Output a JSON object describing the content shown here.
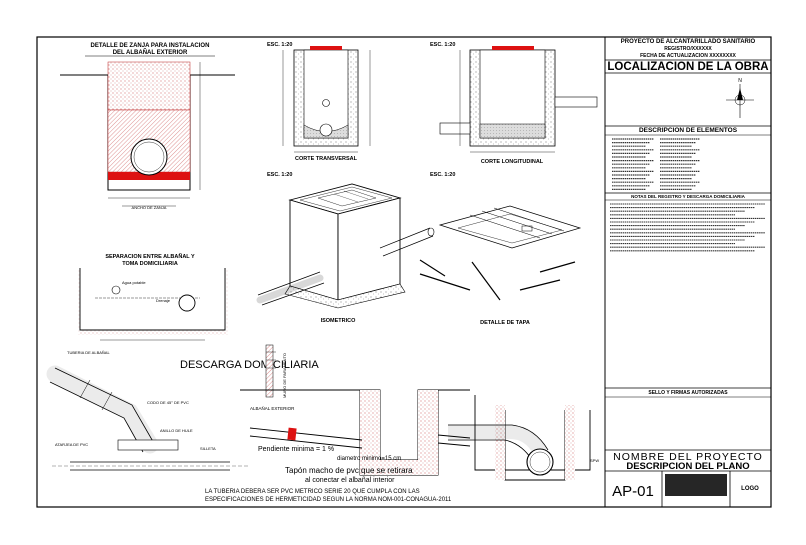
{
  "title_block": {
    "project": "PROYECTO DE ALCANTARILLADO SANITARIO",
    "registro": "REGISTRO/XXXXXX",
    "fecha": "FECHA DE ACTUALIZACION XXXXXXXX",
    "localizacion": "LOCALIZACION DE LA OBRA",
    "north": "N",
    "descripcion_header": "DESCRIPCION DE ELEMENTOS",
    "notas_header": "NOTAS DEL REGISTRO Y DESCARGA DOMICILIARIA",
    "sello_header": "SELLO Y FIRMAS AUTORIZADAS",
    "nombre_proyecto": "NOMBRE DEL PROYECTO",
    "descripcion_plano": "DESCRIPCION DEL PLANO",
    "sheet_code": "AP-01",
    "logo": "LOGO"
  },
  "drawings": {
    "zanja_title_1": "DETALLE DE ZANJA PARA INSTALACION",
    "zanja_title_2": "DEL ALBAÑAL EXTERIOR",
    "separacion_1": "SEPARACION ENTRE ALBAÑAL Y",
    "separacion_2": "TOMA DOMICILIARIA",
    "esc_1": "ESC. 1:20",
    "esc_2": "ESC. 1:20",
    "esc_3": "ESC. 1:20",
    "esc_4": "ESC. 1:20",
    "corte_transversal": "CORTE TRANSVERSAL",
    "corte_longitudinal": "CORTE LONGITUDINAL",
    "isometrico": "ISOMETRICO",
    "detalle_tapa": "DETALLE DE TAPA",
    "descarga": "DESCARGA DOMICILIARIA",
    "muro": "MURO DE PARAMENTO",
    "albanal_exterior": "ALBAÑAL EXTERIOR",
    "pendiente": "Pendiente minima = 1 %",
    "diametro": "diametro minimo=15 cm",
    "tapon_1": "Tapón macho de pvc que se retirara",
    "tapon_2": "al conectar el albañal interior",
    "nota_1": "LA TUBERIA DEBERA SER PVC METRICO SERIE 20 QUE CUMPLA CON LAS",
    "nota_2": "ESPECIFICACIONES DE HERMETICIDAD SEGUN LA NORMA NOM-001-CONAGUA-2011",
    "tuberia_albanal": "TUBERIA DE ALBAÑAL",
    "codo_pvc": "CODO DE 45° DE PVC",
    "anillo_hule": "ANILLO DE HULE",
    "silleta": "SILLETA",
    "atarjea": "ATARJEA DE PVC",
    "agua_potable": "Agua potable",
    "drenaje": "Drenaje"
  }
}
